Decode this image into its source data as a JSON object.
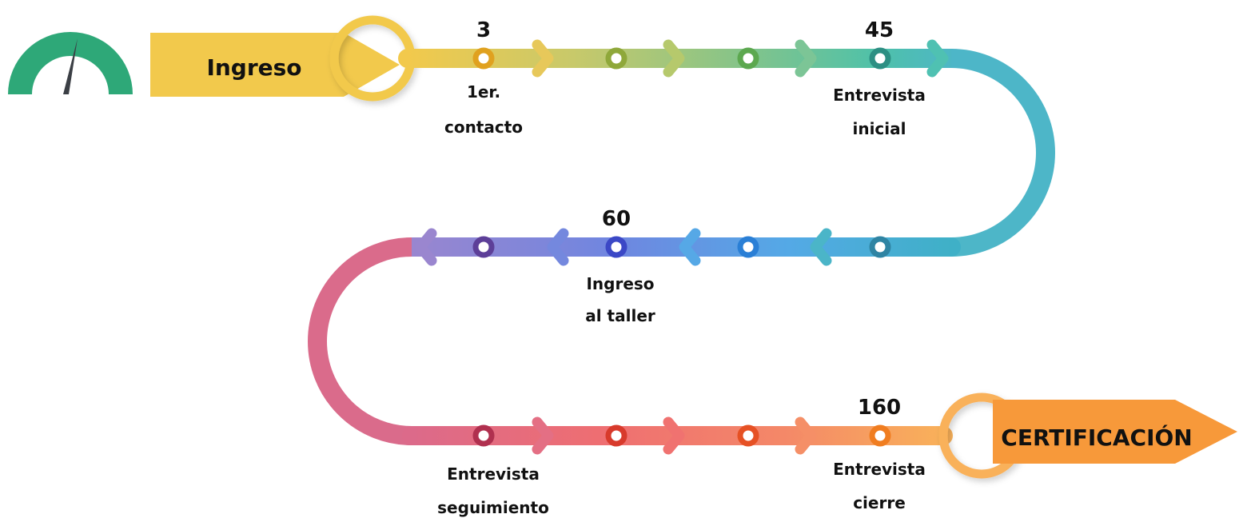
{
  "start_label": "Ingreso",
  "end_label": "CERTIFICACIÓN",
  "milestones": [
    {
      "number": "3",
      "lines": [
        "1er.",
        "contacto"
      ]
    },
    {
      "number": "45",
      "lines": [
        "Entrevista",
        "inicial"
      ]
    },
    {
      "number": "60",
      "lines": [
        "Ingreso",
        "al taller"
      ]
    },
    {
      "number": "",
      "lines": [
        "Entrevista",
        "seguimiento"
      ]
    },
    {
      "number": "160",
      "lines": [
        "Entrevista",
        "cierre"
      ]
    }
  ],
  "colors": {
    "gauge": "#2ea878",
    "needle": "#3b3f45",
    "start_banner": "#f2c94c",
    "end_banner": "#f7993a",
    "ring_start": "#f2c94c",
    "ring_end": "#f9b15a"
  }
}
